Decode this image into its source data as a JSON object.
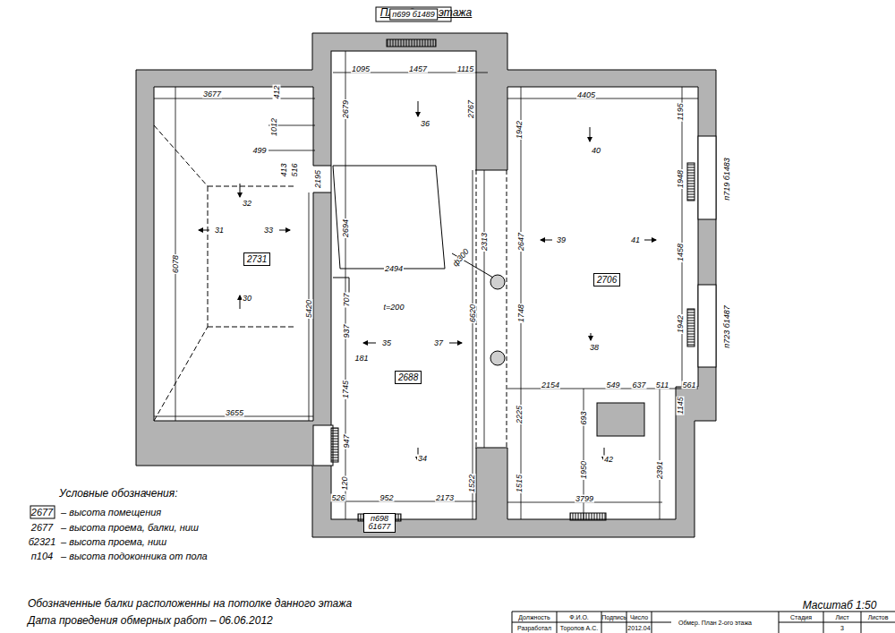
{
  "diagram": {
    "title": "План 2-ого этажа",
    "nodes": [
      {
        "text": [
          "2731"
        ]
      },
      {
        "text": [
          "2688"
        ]
      },
      {
        "text": [
          "2706"
        ]
      }
    ],
    "labels": [
      "п699 б1489",
      "1095",
      "1457",
      "1115",
      "3677",
      "412",
      "2679",
      "36",
      "2767",
      "4405",
      "1195",
      "1942",
      "40",
      "1012",
      "499",
      "413",
      "516",
      "2195",
      "1948",
      "п719 б1483",
      "32",
      "2694",
      "31",
      "33",
      "2313",
      "2647",
      "39",
      "41",
      "1458",
      "6078",
      "2494",
      "ф300",
      "30",
      "707",
      "t=200",
      "5420",
      "6620",
      "1748",
      "1942",
      "п723 б1487",
      "937",
      "35",
      "37",
      "38",
      "181",
      "1745",
      "3655",
      "2154",
      "549",
      "637",
      "511",
      "561",
      "1145",
      "2225",
      "693",
      "947",
      "34",
      "42",
      "1950",
      "2391",
      "1515",
      "1522",
      "120",
      "526",
      "952",
      "2173",
      "3799",
      "п698 б1677",
      "Условные обозначения:",
      "2677",
      "2677",
      "б2321",
      "п104",
      "Обозначенные балки расположенны на потолке данного этажа",
      "Дата проведения обмерных работ – 06.06.2012",
      "Масштаб 1:50",
      "Должность",
      "Ф.И.О.",
      "Подпись",
      "Число",
      "Разработал",
      "Торопов А.С.",
      "2012.04",
      "Обмер. План 2-ого этажа",
      "Стадия",
      "Лист",
      "Листов",
      "3"
    ],
    "legend": [
      {
        "text": "– высота помещения"
      },
      {
        "text": "– высота проема, балки, ниш"
      },
      {
        "text": "– высота проема, ниш"
      },
      {
        "text": "– высота подоконника от пола"
      }
    ]
  }
}
